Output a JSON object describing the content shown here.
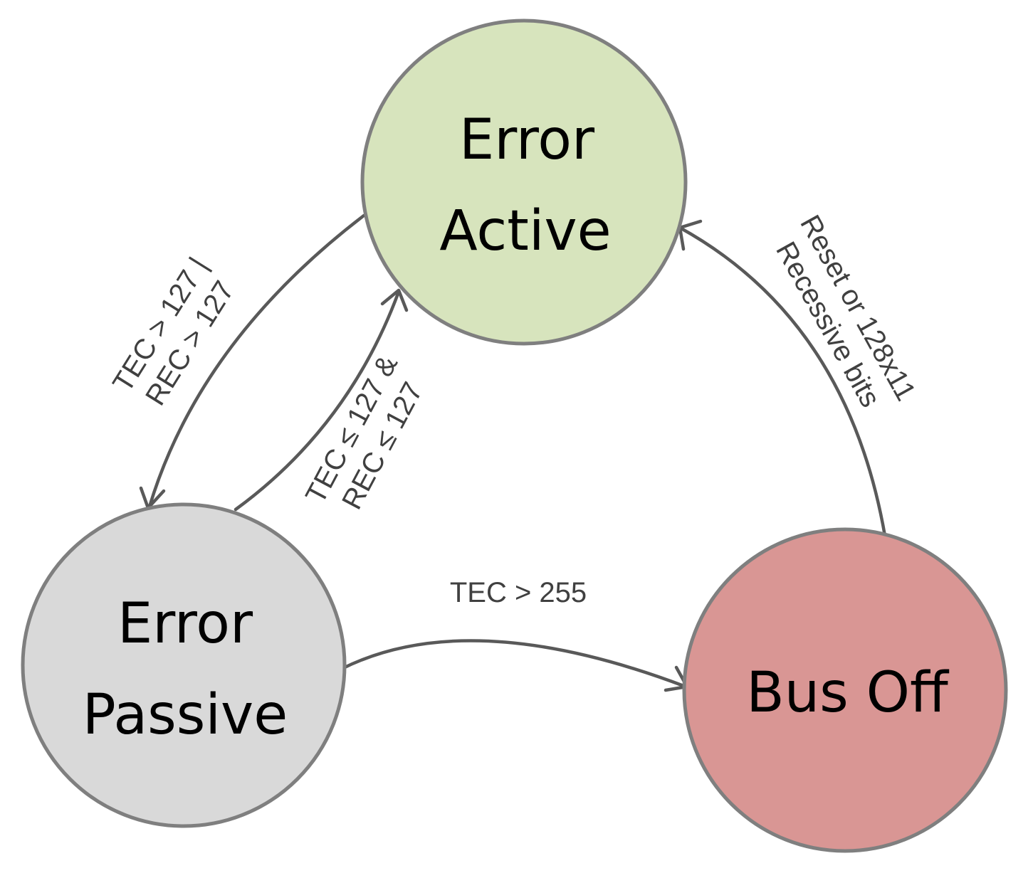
{
  "colors": {
    "error_active_fill": "#d7e4bd",
    "error_passive_fill": "#d9d9d9",
    "bus_off_fill": "#d99694",
    "circle_stroke": "#7f7f7f",
    "edge_stroke": "#595959",
    "label_color": "#404040"
  },
  "states": {
    "error_active": {
      "line1": "Error",
      "line2": "Active"
    },
    "error_passive": {
      "line1": "Error",
      "line2": "Passive"
    },
    "bus_off": {
      "label": "Bus Off"
    }
  },
  "transitions": {
    "active_to_passive": {
      "line1": "TEC > 127 |",
      "line2": "REC > 127"
    },
    "passive_to_active": {
      "line1": "TEC ≤  127 &",
      "line2": "REC ≤  127"
    },
    "passive_to_busoff": {
      "label": "TEC > 255"
    },
    "busoff_to_active": {
      "line1": "Reset or 128x11",
      "line2": "Recessive bits"
    }
  }
}
